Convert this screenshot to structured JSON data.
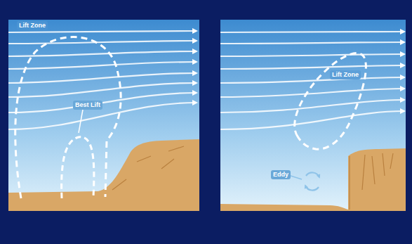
{
  "diagram": {
    "labels": [
      "Lift Zone",
      "Best Lift",
      "Lift Zone",
      "Eddy"
    ]
  }
}
